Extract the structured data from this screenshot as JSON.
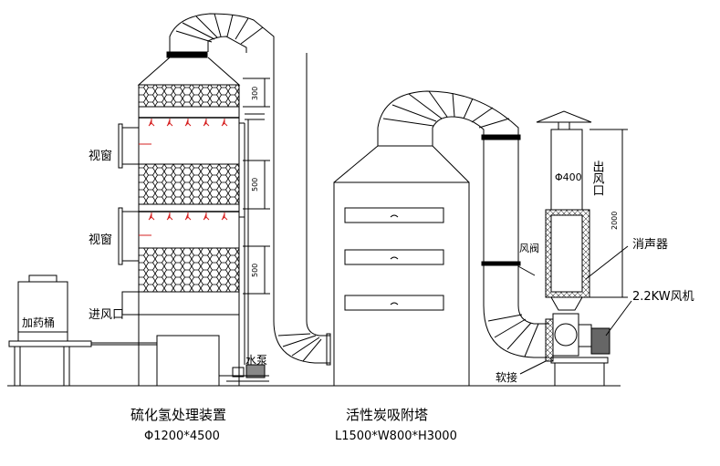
{
  "labels": {
    "sight_window_1": "视窗",
    "sight_window_2": "视窗",
    "dosing_tank": "加药桶",
    "inlet": "进风口",
    "water_pump": "水泵",
    "outlet": "出风口",
    "muffler": "消声器",
    "fan": "2.2KW风机",
    "damper": "风阀",
    "flex_joint": "软接"
  },
  "dimensions": {
    "top_gap": "300",
    "mid_gap": "500",
    "low_gap": "500",
    "chimney_height": "2000",
    "chimney_dia": "Φ400"
  },
  "captions": {
    "h2s_title": "硫化氢处理装置",
    "h2s_spec": "Φ1200*4500",
    "carbon_title": "活性炭吸附塔",
    "carbon_spec": "L1500*W800*H3000"
  },
  "colors": {
    "line": "#000000",
    "spray": "#d62020",
    "fill": "#ffffff"
  }
}
